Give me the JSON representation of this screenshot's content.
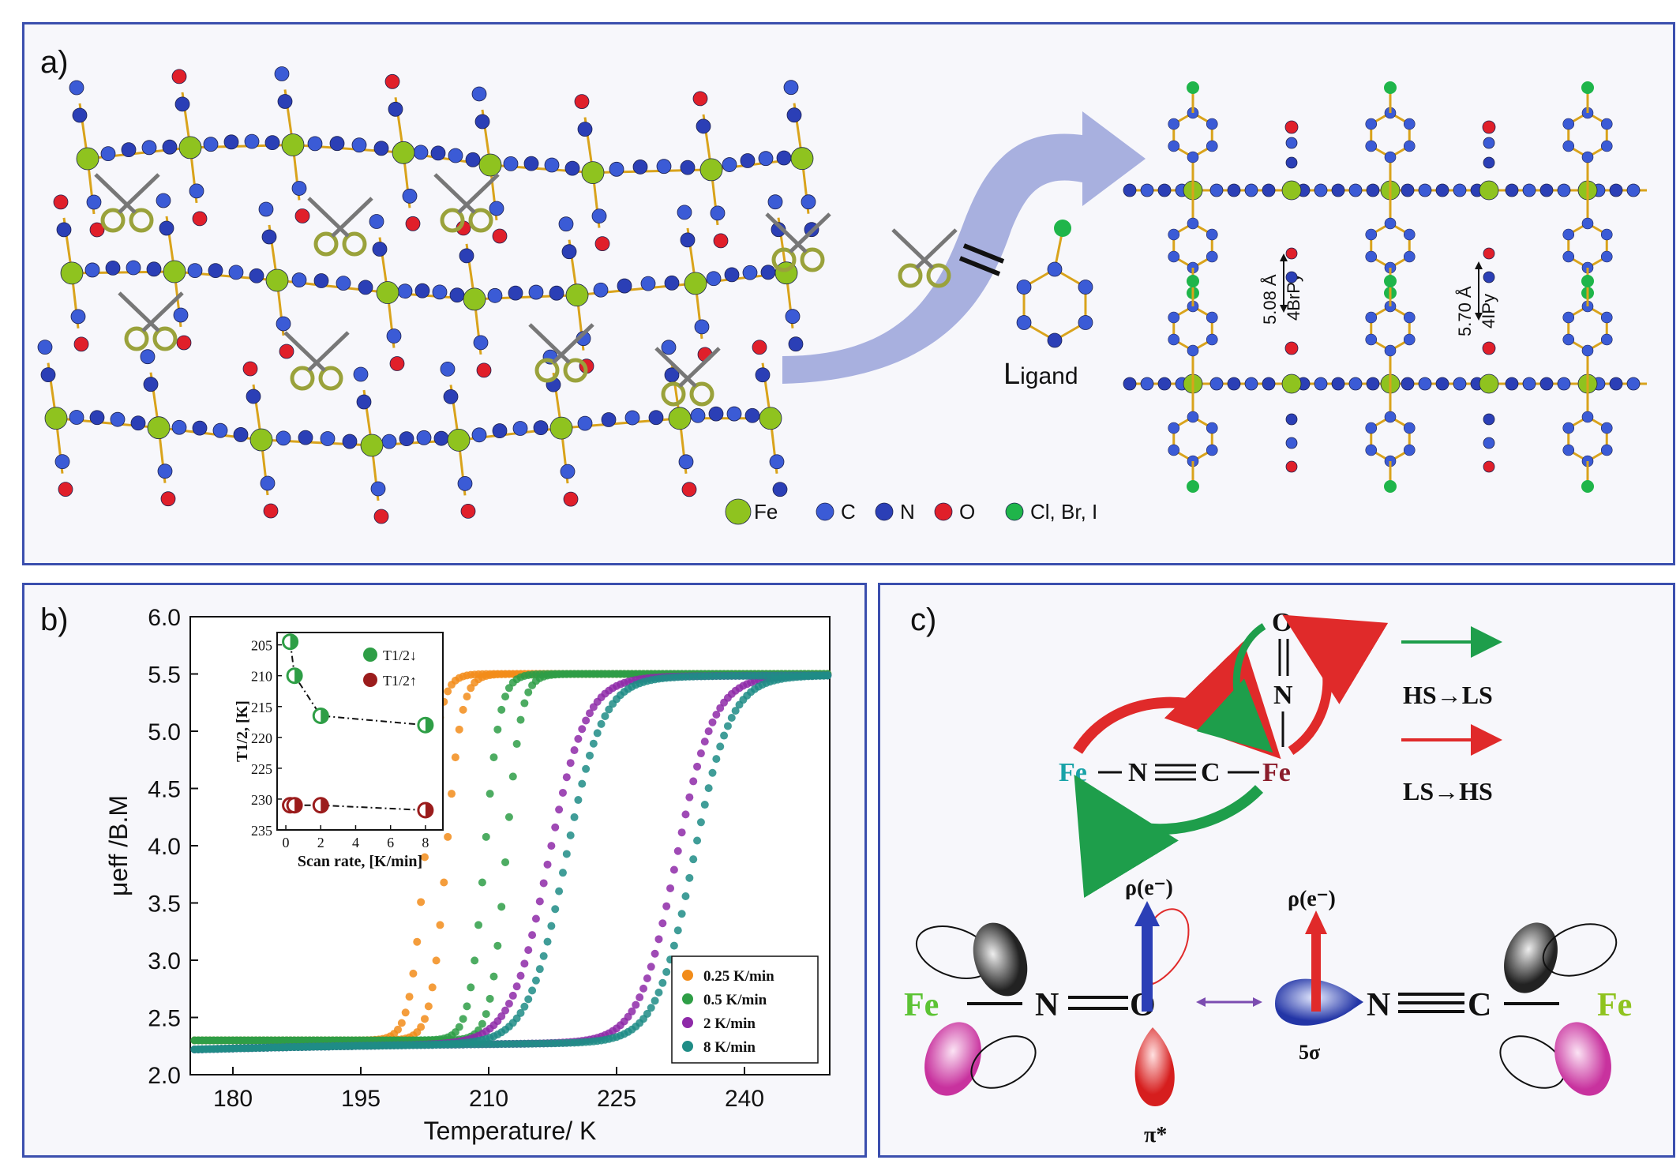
{
  "panels": {
    "a": {
      "label": "a)",
      "ligand_label_big": "L",
      "ligand_label_small": "igand",
      "distance_1": "5.08 Å",
      "ligand_1": "4BrPy",
      "distance_2": "5.70 Å",
      "ligand_2": "4IPy",
      "legend": [
        {
          "label": "Fe",
          "color": "#8fc31f"
        },
        {
          "label": "C",
          "color": "#3b5bd6"
        },
        {
          "label": "N",
          "color": "#2b3fb6"
        },
        {
          "label": "O",
          "color": "#e01f2a"
        },
        {
          "label": "Cl, Br, I",
          "color": "#1fb54a"
        }
      ]
    },
    "b": {
      "label": "b)"
    },
    "c": {
      "label": "c)",
      "legend_green": "HS→LS",
      "legend_red": "LS→HS",
      "top_fe_left": "Fe",
      "top_n": "N",
      "top_c": "C",
      "top_fe_right": "Fe",
      "top_no_n": "N",
      "top_no_o": "O",
      "bottom_fe_left": "Fe",
      "bottom_n1": "N",
      "bottom_o": "O",
      "bottom_n2": "N",
      "bottom_c": "C",
      "bottom_fe_right": "Fe",
      "rho_1": "ρ(e⁻)",
      "rho_2": "ρ(e⁻)",
      "pi_star": "π*",
      "sigma": "5σ"
    }
  },
  "chart_data": [
    {
      "type": "scatter",
      "title": "",
      "xlabel": "Temperature/ K",
      "ylabel": "μeff /B.M",
      "xlim": [
        175,
        250
      ],
      "ylim": [
        2.0,
        6.0
      ],
      "xticks": [
        180,
        195,
        210,
        225,
        240
      ],
      "yticks": [
        "2.0",
        "2.5",
        "3.0",
        "3.5",
        "4.0",
        "4.5",
        "5.0",
        "5.5",
        "6.0"
      ],
      "legend_position": "bottom-right",
      "series": [
        {
          "name": "0.25 K/min",
          "color": "#f28c1a",
          "cool_T_half": 202.5,
          "heat_T_half": 205.0
        },
        {
          "name": "0.5 K/min",
          "color": "#2e9e46",
          "cool_T_half": 209.5,
          "heat_T_half": 212.0
        },
        {
          "name": "2 K/min",
          "color": "#8e2aa8",
          "cool_T_half": 217.0,
          "heat_T_half": 232.0
        },
        {
          "name": "8 K/min",
          "color": "#1f8c86",
          "cool_T_half": 219.0,
          "heat_T_half": 234.0
        }
      ],
      "low_value": 2.3,
      "high_value": 5.5
    },
    {
      "type": "scatter",
      "title": "",
      "xlabel": "Scan rate, [K/min]",
      "ylabel": "T1/2, [K]",
      "xlim": [
        -0.5,
        9
      ],
      "ylim": [
        235,
        203
      ],
      "xticks": [
        "0",
        "2",
        "4",
        "6",
        "8"
      ],
      "yticks": [
        "205",
        "210",
        "215",
        "220",
        "225",
        "230",
        "235"
      ],
      "legend_position": "top-right",
      "series": [
        {
          "name": "T1/2↓",
          "color": "#2e9e46",
          "x": [
            0.25,
            0.5,
            2,
            8
          ],
          "y": [
            204.5,
            210,
            216.5,
            218.0
          ]
        },
        {
          "name": "T1/2↑",
          "color": "#9b1c1c",
          "x": [
            0.25,
            0.5,
            2,
            8
          ],
          "y": [
            231.0,
            231.0,
            231.0,
            231.8
          ]
        }
      ]
    }
  ]
}
